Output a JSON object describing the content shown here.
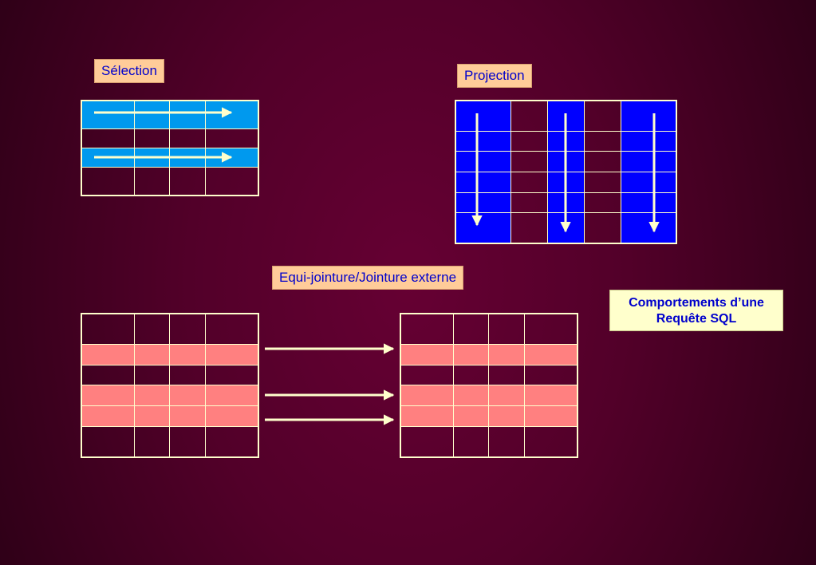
{
  "labels": {
    "selection": "Sélection",
    "projection": "Projection",
    "join": "Equi-jointure/Jointure externe"
  },
  "note": {
    "line1": "Comportements d’une",
    "line2": "Requête SQL"
  },
  "colors": {
    "row_highlight": "#0099ee",
    "column_highlight": "#0000ff",
    "join_highlight": "#ff8080",
    "grid_line": "#ffffcc",
    "arrow": "#ffffcc"
  },
  "selection_grid": {
    "rows": 4,
    "cols": 4,
    "highlighted_rows": [
      0,
      2
    ]
  },
  "projection_grid": {
    "rows": 6,
    "cols": 5,
    "highlighted_cols": [
      0,
      2,
      4
    ]
  },
  "join_left_grid": {
    "rows": 6,
    "cols": 4,
    "highlighted_rows": [
      1,
      3,
      4
    ]
  },
  "join_right_grid": {
    "rows": 6,
    "cols": 4,
    "highlighted_rows": [
      1,
      3,
      4
    ]
  }
}
